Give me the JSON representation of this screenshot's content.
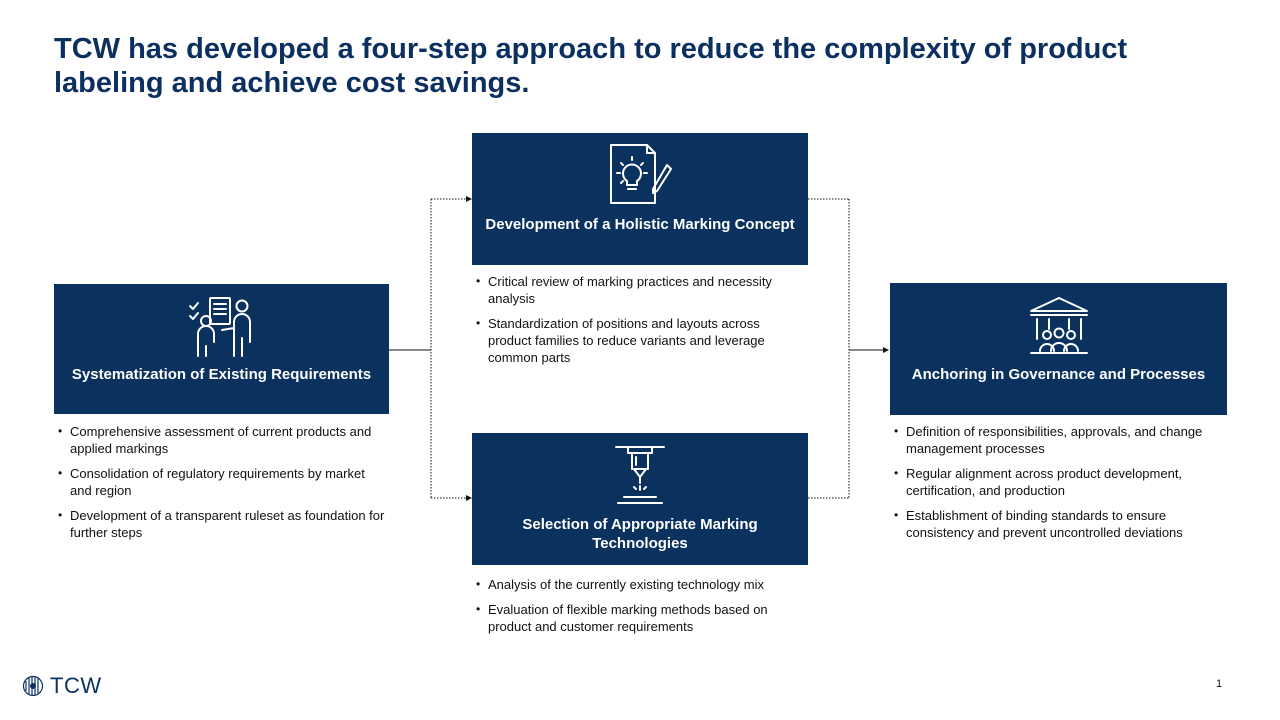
{
  "title": "TCW has developed a four-step approach to reduce the complexity of product labeling and achieve cost savings.",
  "steps": [
    {
      "label": "Systematization of Existing Requirements",
      "icon": "people-checklist-icon",
      "bullets": [
        "Comprehensive assessment of current products and applied markings",
        "Consolidation of regulatory requirements by market and region",
        "Development of a transparent ruleset as foundation for further steps"
      ]
    },
    {
      "label": "Development of a Holistic Marking Concept",
      "icon": "lightbulb-document-icon",
      "bullets": [
        "Critical review of marking practices and necessity analysis",
        "Standardization of positions and layouts across product families to reduce variants and leverage common parts"
      ]
    },
    {
      "label": "Selection of Appropriate Marking Technologies",
      "icon": "laser-marking-icon",
      "bullets": [
        "Analysis of the currently existing technology mix",
        "Evaluation of flexible marking methods based on product and customer requirements"
      ]
    },
    {
      "label": "Anchoring in Governance and Processes",
      "icon": "institution-people-icon",
      "bullets": [
        "Definition of responsibilities, approvals, and change management processes",
        "Regular alignment across product development, certification, and production",
        "Establishment of binding standards to ensure consistency and prevent uncontrolled deviations"
      ]
    }
  ],
  "footer": {
    "logo_text": "TCW",
    "page_number": "1"
  },
  "colors": {
    "box": "#0b325f",
    "title": "#0b2f5f"
  }
}
